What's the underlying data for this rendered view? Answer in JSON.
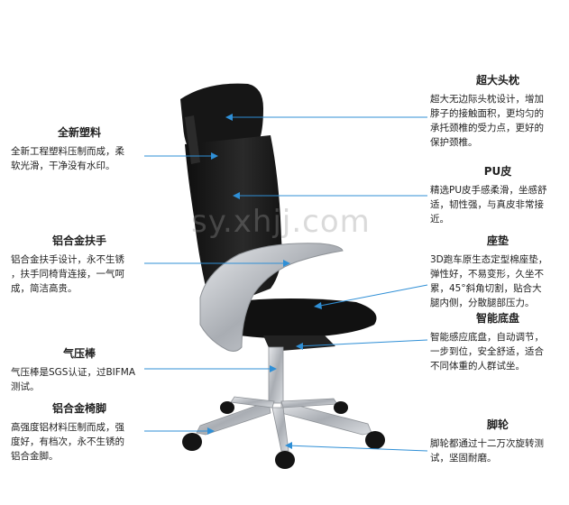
{
  "colors": {
    "accent_line": "#2f8fd6",
    "chair_black": "#1a1a1a",
    "frame_silver": "#c9ccd0"
  },
  "watermark": "sy.xhjj.com",
  "features": {
    "headrest": {
      "title": "超大头枕",
      "body": "超大无边际头枕设计，增加\n脖子的接触面积，更均匀的\n承托颈椎的受力点，更好的\n保护颈椎。"
    },
    "plastic": {
      "title": "全新塑料",
      "body": "全新工程塑料压制而成，柔\n软光滑，干净没有水印。"
    },
    "pu_leather": {
      "title": "PU皮",
      "body": "精选PU皮手感柔滑，坐感舒\n适，韧性强，与真皮非常接\n近。"
    },
    "armrest": {
      "title": "铝合金扶手",
      "body": "铝合金扶手设计，永不生锈\n，扶手同椅背连接，一气呵\n成，简洁高贵。"
    },
    "cushion": {
      "title": "座垫",
      "body": "3D跑车原生态定型棉座垫，\n弹性好，不易变形，久坐不\n累，45°斜角切割，贴合大\n腿内侧，分散腿部压力。"
    },
    "chassis": {
      "title": "智能底盘",
      "body": "智能感应底盘，自动调节，\n一步到位，安全舒适，适合\n不同体重的人群试坐。"
    },
    "gas_lift": {
      "title": "气压棒",
      "body": "气压棒是SGS认证，过BIFMA\n测试。"
    },
    "base": {
      "title": "铝合金椅脚",
      "body": "高强度铝材料压制而成，强\n度好，有档次，永不生锈的\n铝合金脚。"
    },
    "casters": {
      "title": "脚轮",
      "body": "脚轮都通过十二万次旋转测\n试，坚固耐磨。"
    }
  }
}
